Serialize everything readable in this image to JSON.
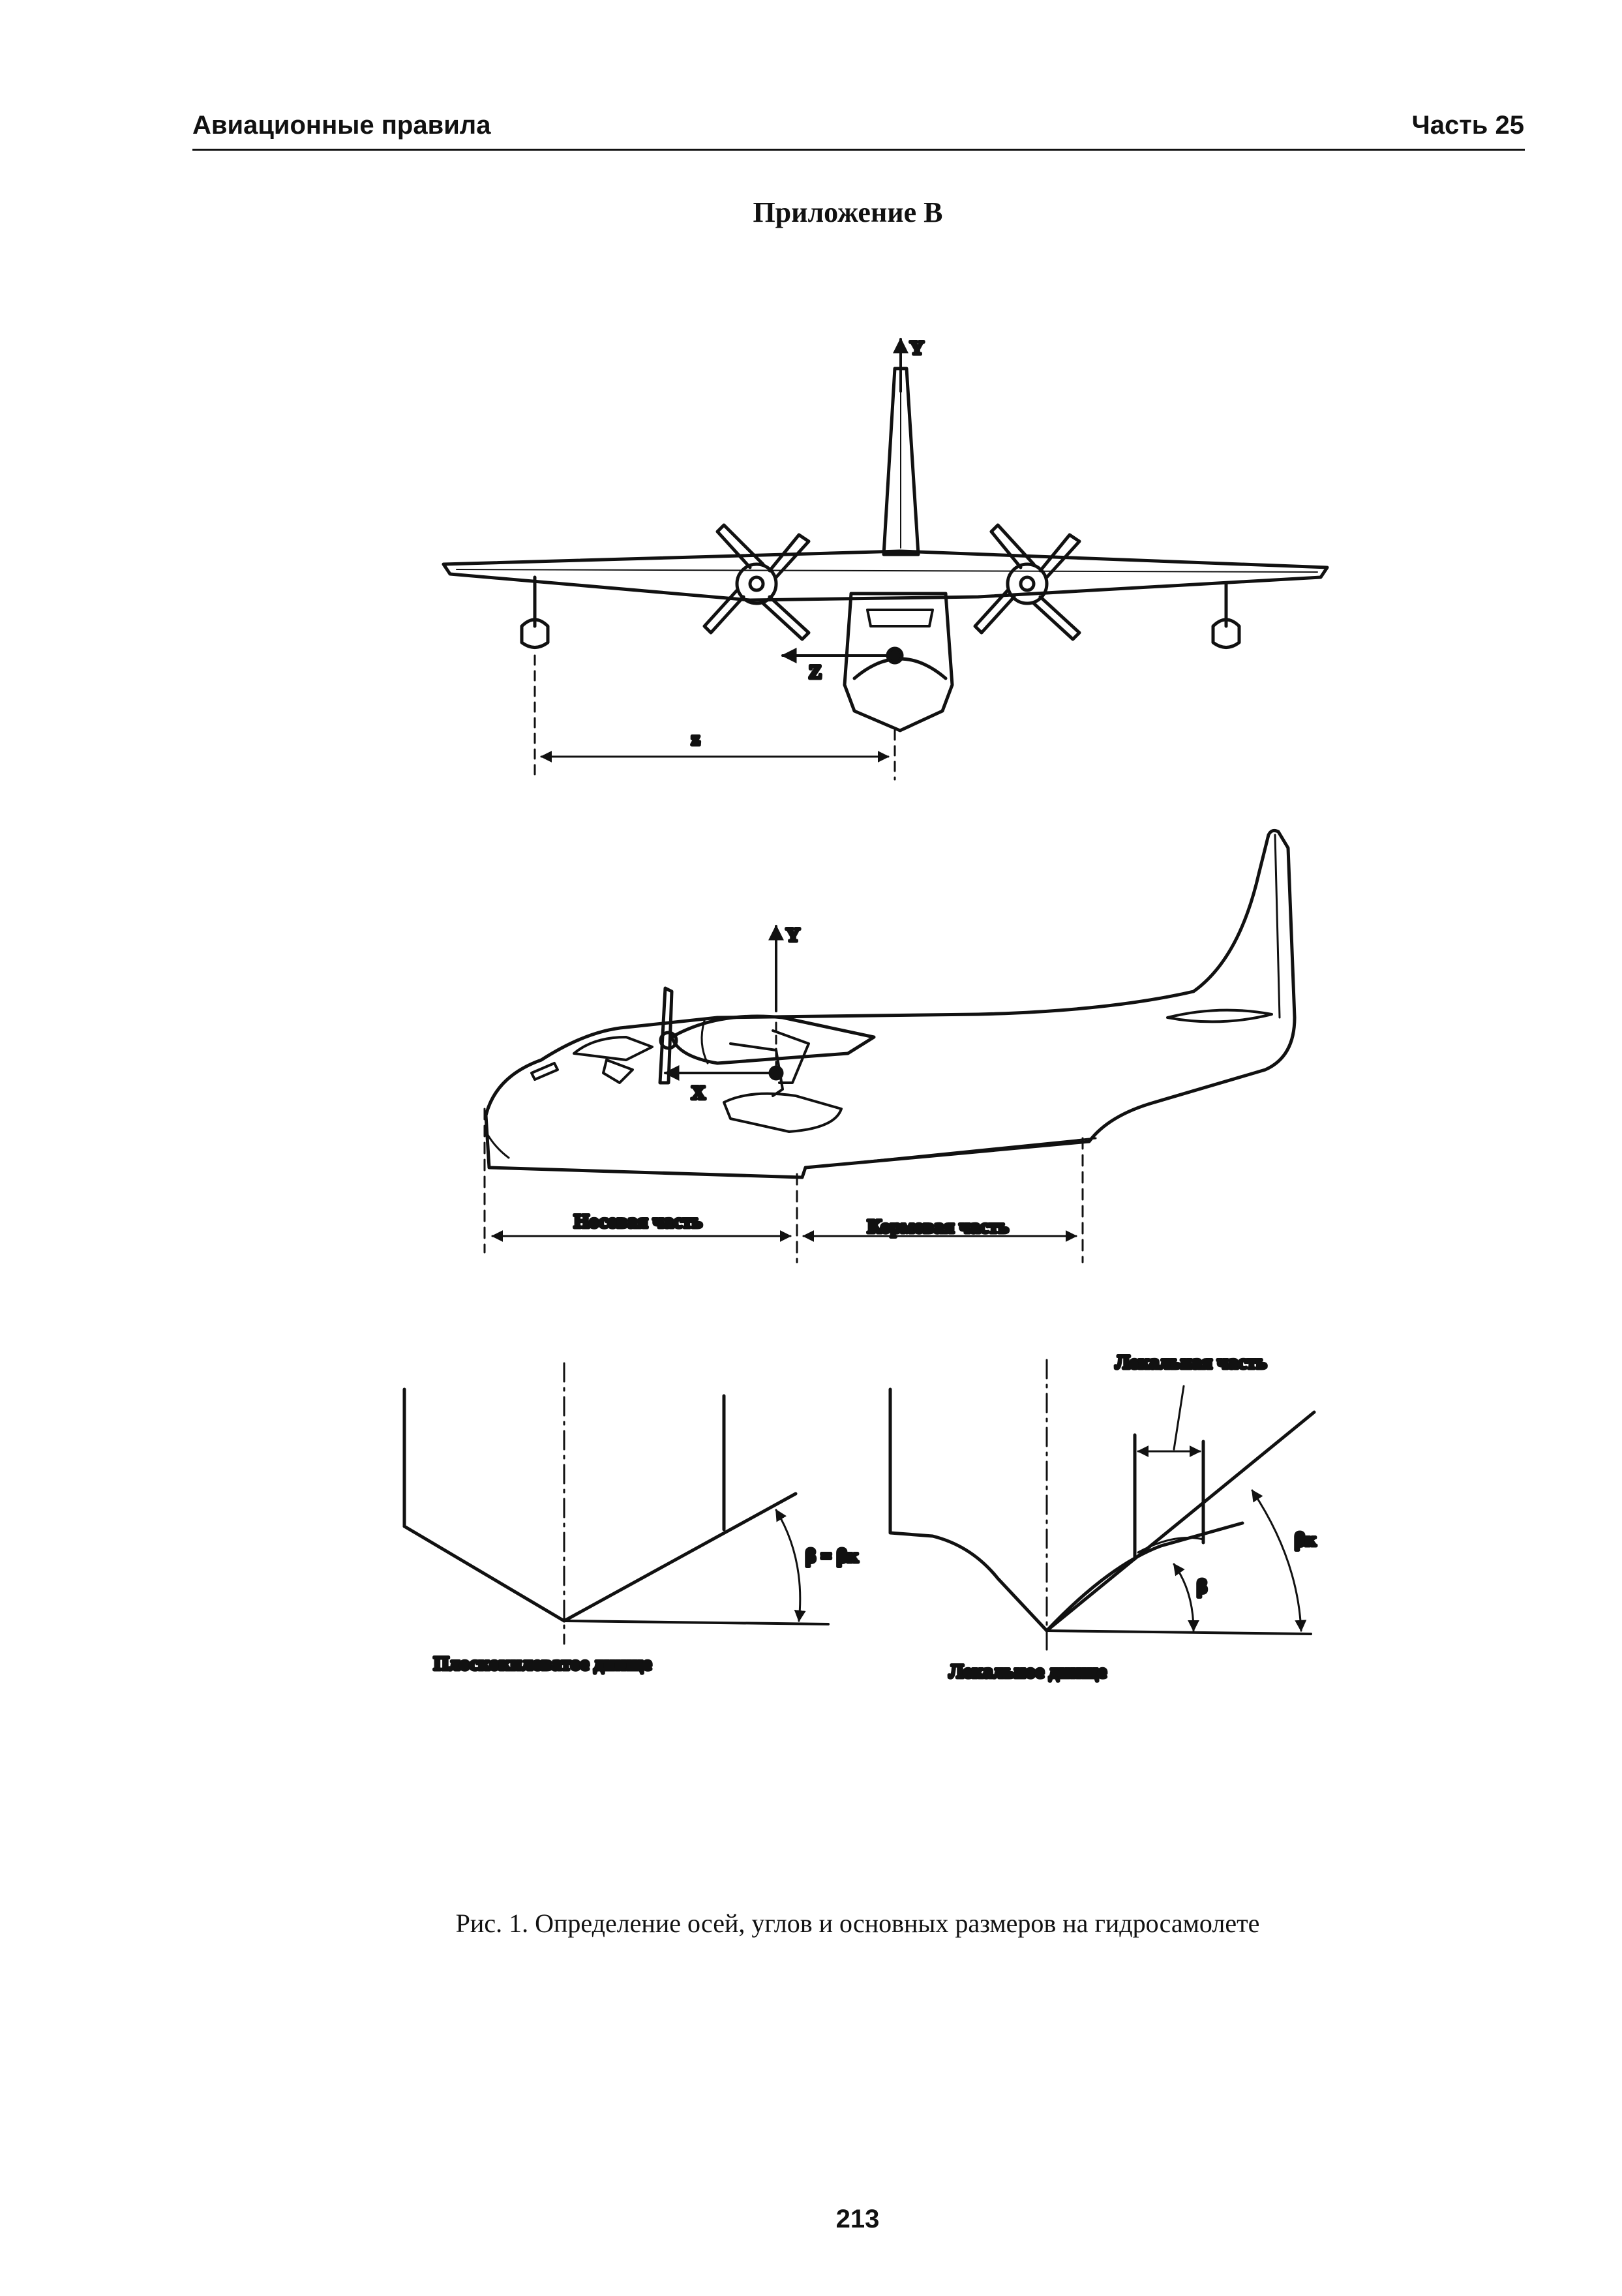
{
  "header": {
    "left": "Авиационные правила",
    "right": "Часть 25"
  },
  "appendix_title": "Приложение В",
  "figure": {
    "front_view": {
      "axis_y": "Y",
      "axis_z": "Z",
      "dimension_z": "z"
    },
    "side_view": {
      "axis_y": "Y",
      "axis_x": "X",
      "bow_label": "Носовая часть",
      "stern_label": "Кормовая часть"
    },
    "flat_bottom": {
      "angle_label": "β = βк",
      "caption": "Плоскокилеватое днище"
    },
    "curved_bottom": {
      "curve_part_label": "Лекальная часть",
      "angle_beta": "β",
      "angle_beta_k": "βк",
      "caption": "Лекальное днище"
    }
  },
  "figure_caption": "Рис. 1. Определение осей, углов и основных размеров на гидросамолете",
  "page_number": "213"
}
